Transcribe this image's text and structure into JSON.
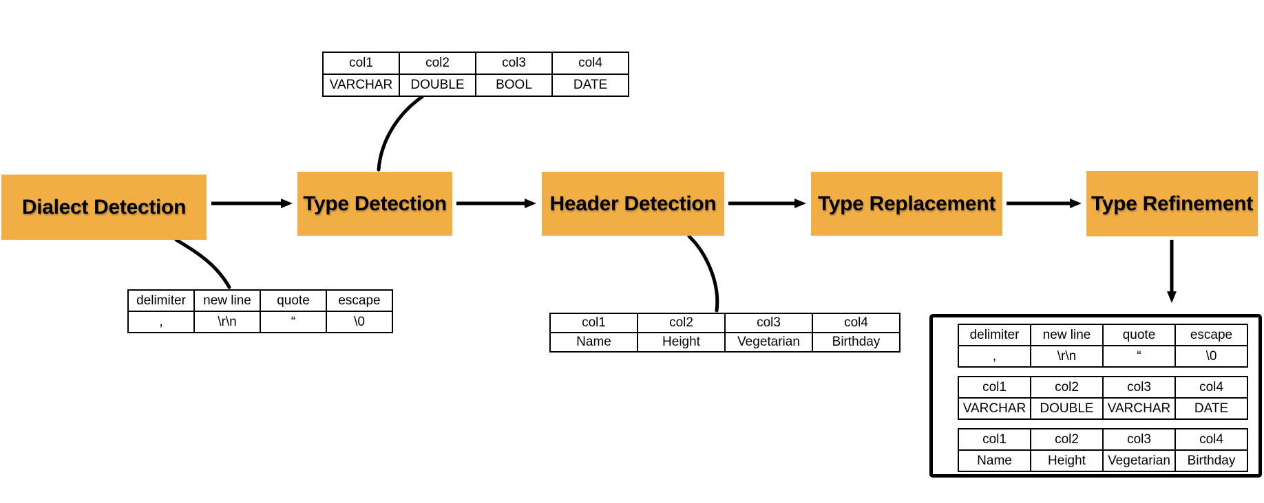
{
  "colors": {
    "stage_fill": "#F0AE45",
    "connector": "#000000",
    "table_border": "#000000"
  },
  "stages": [
    {
      "label": "Dialect Detection"
    },
    {
      "label": "Type Detection"
    },
    {
      "label": "Header Detection"
    },
    {
      "label": "Type Replacement"
    },
    {
      "label": "Type Refinement"
    }
  ],
  "tables": {
    "dialect": {
      "headers": [
        "delimiter",
        "new line",
        "quote",
        "escape"
      ],
      "values": [
        ",",
        "\\r\\n",
        "“",
        "\\0"
      ]
    },
    "type_detection": {
      "headers": [
        "col1",
        "col2",
        "col3",
        "col4"
      ],
      "values": [
        "VARCHAR",
        "DOUBLE",
        "BOOL",
        "DATE"
      ]
    },
    "header_detection": {
      "headers": [
        "col1",
        "col2",
        "col3",
        "col4"
      ],
      "values": [
        "Name",
        "Height",
        "Vegetarian",
        "Birthday"
      ]
    },
    "result_dialect": {
      "headers": [
        "delimiter",
        "new line",
        "quote",
        "escape"
      ],
      "values": [
        ",",
        "\\r\\n",
        "“",
        "\\0"
      ]
    },
    "result_types": {
      "headers": [
        "col1",
        "col2",
        "col3",
        "col4"
      ],
      "values": [
        "VARCHAR",
        "DOUBLE",
        "VARCHAR",
        "DATE"
      ]
    },
    "result_headers": {
      "headers": [
        "col1",
        "col2",
        "col3",
        "col4"
      ],
      "values": [
        "Name",
        "Height",
        "Vegetarian",
        "Birthday"
      ]
    }
  }
}
